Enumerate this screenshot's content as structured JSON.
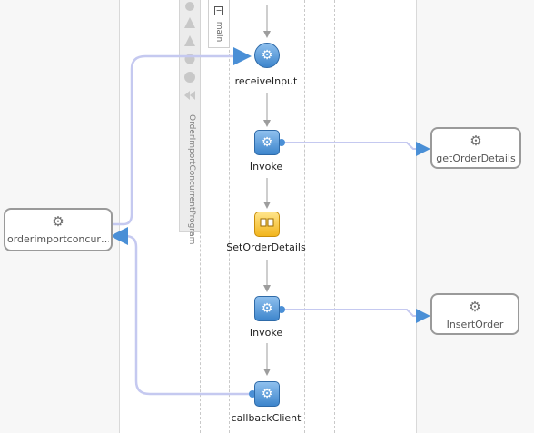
{
  "palette": {
    "title": "OrderImportConcurrentProgram",
    "icons": [
      "gear-icon",
      "warning-icon",
      "warning-icon",
      "gear-icon",
      "circle-icon",
      "rewind-icon"
    ]
  },
  "scope": {
    "toggle": "−",
    "label": "main"
  },
  "activities": {
    "receive_input": "receiveInput",
    "invoke_1": "Invoke",
    "set_order_details": "SetOrderDetails",
    "invoke_2": "Invoke",
    "callback_client": "callbackClient"
  },
  "partners": {
    "client": "orderimportconcur…",
    "get_order_details": "getOrderDetails",
    "insert_order": "InsertOrder"
  },
  "colors": {
    "wire": "#c5c9f0",
    "arrow_grey": "#9d9d9d",
    "wire_head": "#4a8fd6"
  }
}
